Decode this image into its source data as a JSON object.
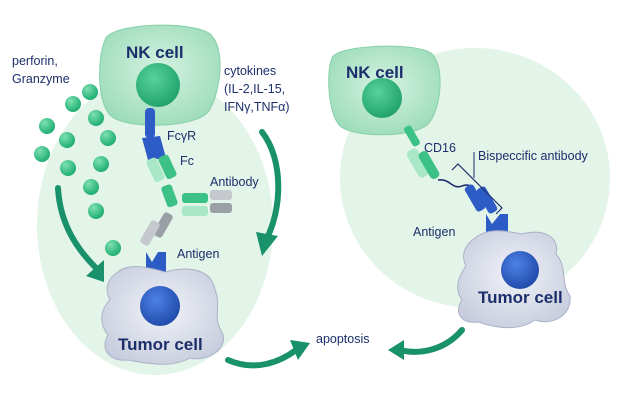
{
  "colors": {
    "background_ellipse": "#e4f4e8",
    "nk_cell": "#b8e6cc",
    "nk_nucleus": "#2fb67f",
    "tumor_cell": "#d9dde9",
    "tumor_nucleus": "#2f62c9",
    "arrow": "#19926c",
    "text": "#1c2f6b",
    "granule": "#35c388",
    "antibody_green": "#3cc287",
    "antibody_grey": "#9aa0a6",
    "antibody_blue": "#2e5cc6"
  },
  "left_panel": {
    "nk_cell_label": "NK cell",
    "tumor_cell_label": "Tumor cell",
    "perforin_line1": "perforin,",
    "perforin_line2": "Granzyme",
    "cytokines_line1": "cytokines",
    "cytokines_line2": "(IL-2,IL-15,",
    "cytokines_line3": "IFNγ,TNFα)",
    "fcgr_label": "FcγR",
    "fc_label": "Fc",
    "antibody_label": "Antibody",
    "antigen_label": "Antigen"
  },
  "right_panel": {
    "nk_cell_label": "NK cell",
    "tumor_cell_label": "Tumor cell",
    "cd16_label": "CD16",
    "bispecific_label": "Bispeccific antibody",
    "antigen_label": "Antigen"
  },
  "center": {
    "apoptosis_label": "apoptosis"
  }
}
